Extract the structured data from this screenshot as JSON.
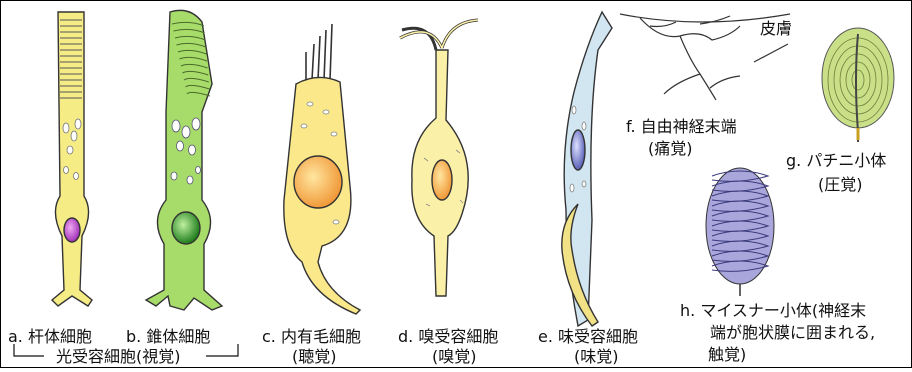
{
  "colors": {
    "rod_body": "#f6ec86",
    "cone_body": "#a8dc6a",
    "hair_body": "#fbe88a",
    "olfactory_body": "#fbf0a8",
    "taste_body": "#d2e6f2",
    "nucleus_purple": "#b548c8",
    "nucleus_green": "#2f9a2a",
    "nucleus_orange": "#f4a545",
    "nucleus_blue": "#6d76c8",
    "meissner": "#a9a6dc",
    "pacinian": "#c9e088"
  },
  "labels": {
    "a": "a. 杆体細胞",
    "b": "b. 錐体細胞",
    "photo_group": "光受容細胞(視覚)",
    "c": "c. 内有毛細胞",
    "c_sub": "(聴覚)",
    "d": "d. 嗅受容細胞",
    "d_sub": "(嗅覚)",
    "e": "e. 味受容細胞",
    "e_sub": "(味覚)",
    "f": "f. 自由神経末端",
    "f_sub": "(痛覚)",
    "skin": "皮膚",
    "g": "g. パチニ小体",
    "g_sub": "(圧覚)",
    "h_line1": "h. マイスナー小体(神経末",
    "h_line2": "端が胞状膜に囲まれる,",
    "h_line3": "触覚)"
  }
}
